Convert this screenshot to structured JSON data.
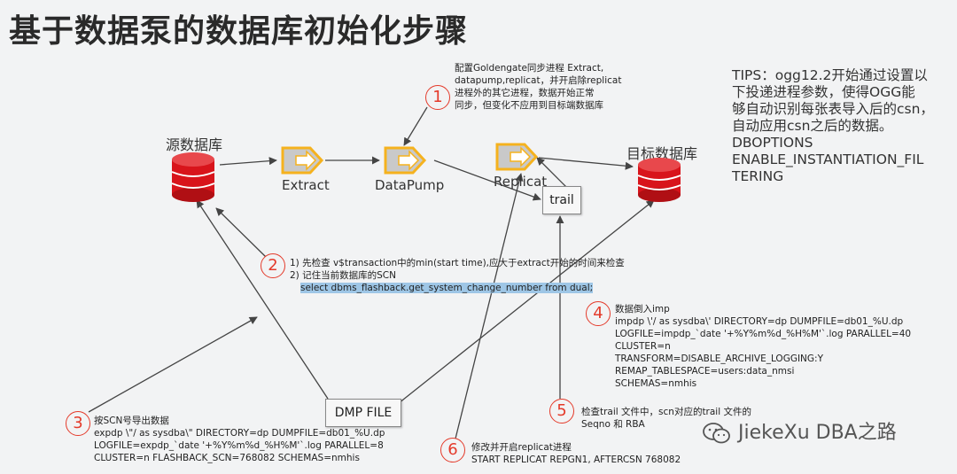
{
  "title": "基于数据泵的数据库初始化步骤",
  "tips": [
    "TIPS：ogg12.2开始通过设置以",
    "下投递进程参数，使得OGG能",
    "够自动识别每张表导入后的csn，",
    "自动应用csn之后的数据。",
    "DBOPTIONS",
    "ENABLE_INSTANTIATION_FIL",
    "TERING"
  ],
  "nodes": {
    "source_db": "源数据库",
    "target_db": "目标数据库",
    "extract": "Extract",
    "datapump": "DataPump",
    "replicat": "Replicat",
    "trail": "trail",
    "dmp_file": "DMP FILE"
  },
  "steps": [
    {
      "num": "1",
      "lines": [
        "配置Goldengate同步进程 Extract,",
        "datapump,replicat，并开启除replicat",
        "进程外的其它进程，数据开始正常",
        "同步，但变化不应用到目标端数据库"
      ]
    },
    {
      "num": "2",
      "lines": [
        "1) 先检查 v$transaction中的min(start time),应大于extract开始的时间来检查",
        "2) 记住当前数据库的SCN",
        "select dbms_flashback.get_system_change_number from dual;"
      ]
    },
    {
      "num": "3",
      "lines": [
        "按SCN号导出数据",
        "expdp  \\\"/ as sysdba\\\"  DIRECTORY=dp DUMPFILE=db01_%U.dp",
        "LOGFILE=expdp_`date '+%Y%m%d_%H%M'`.log PARALLEL=8",
        " CLUSTER=n FLASHBACK_SCN=768082 SCHEMAS=nmhis"
      ]
    },
    {
      "num": "4",
      "lines": [
        "数据倒入imp",
        "impdp \\'/ as sysdba\\' DIRECTORY=dp DUMPFILE=db01_%U.dp",
        "LOGFILE=impdp_`date '+%Y%m%d_%H%M'`.log PARALLEL=40",
        "CLUSTER=n",
        "TRANSFORM=DISABLE_ARCHIVE_LOGGING:Y",
        "REMAP_TABLESPACE=users:data_nmsi",
        "SCHEMAS=nmhis"
      ]
    },
    {
      "num": "5",
      "lines": [
        "检查trail 文件中，scn对应的trail 文件的",
        "Seqno 和 RBA"
      ]
    },
    {
      "num": "6",
      "lines": [
        "修改并开启replicat进程",
        "START REPLICAT REPGN1, AFTERCSN 768082"
      ]
    }
  ],
  "watermark": "JiekeXu DBA之路",
  "colors": {
    "accent": "#e43a2a",
    "db_red": "#d8141b",
    "process_orange": "#f5b21e",
    "highlight": "#9ec6e6"
  }
}
